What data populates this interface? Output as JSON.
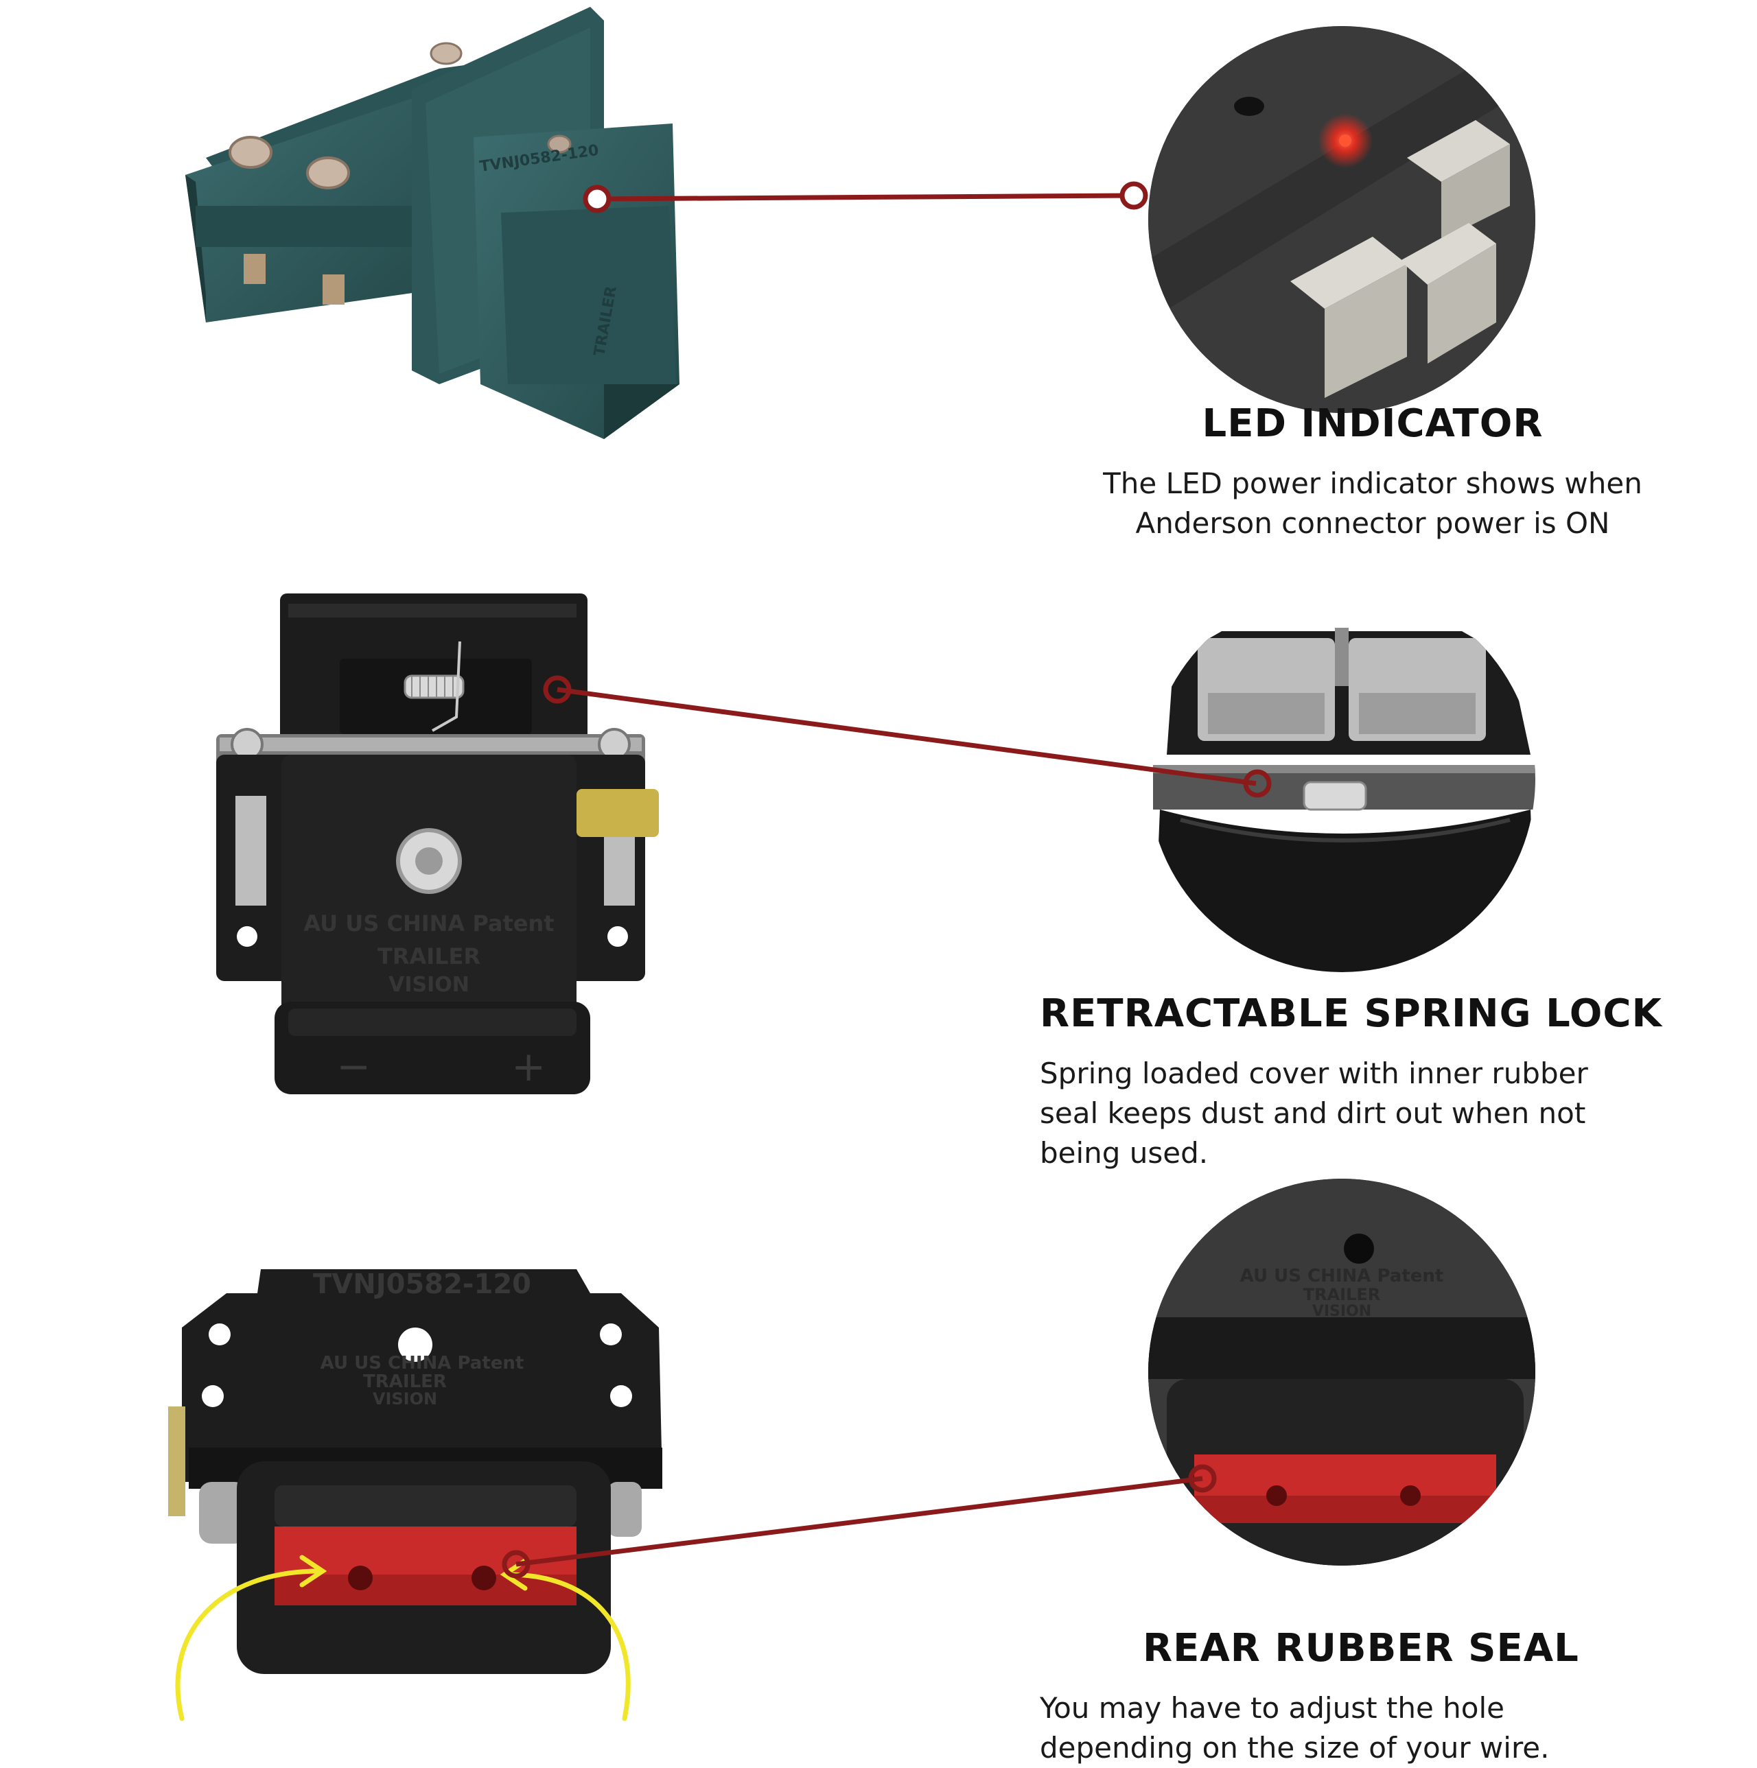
{
  "features": [
    {
      "title": "LED INDICATOR",
      "description_lines": [
        "The LED power indicator shows when",
        "Anderson connector power is ON"
      ]
    },
    {
      "title": "RETRACTABLE SPRING LOCK",
      "description_lines": [
        "Spring loaded cover with inner rubber",
        "seal keeps dust and dirt out when not",
        "being used."
      ]
    },
    {
      "title": "REAR RUBBER SEAL",
      "description_lines": [
        "You may have to adjust the hole",
        "depending on the size of your wire."
      ]
    }
  ],
  "product_markings": {
    "part_number": "TVNJ0582-120",
    "patent": "AU US CHINA Patent",
    "brand_line1": "TRAILER",
    "brand_line2": "VISION",
    "minus": "−",
    "plus": "+"
  },
  "colors": {
    "callout_line": "#8b1a1a",
    "connector_green": "#2f5a5c",
    "connector_black": "#1e1e1e",
    "seal_red": "#c92a2a",
    "arrow_yellow": "#f2e62a",
    "led_red": "#ff2a1a"
  }
}
